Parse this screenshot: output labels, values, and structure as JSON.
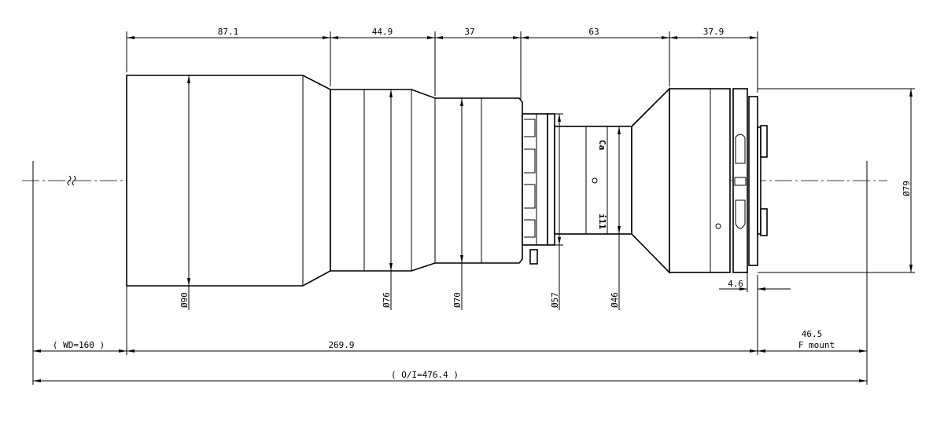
{
  "top_dims": [
    "87.1",
    "44.9",
    "37",
    "63",
    "37.9"
  ],
  "diameters": {
    "d90": "Ø90",
    "d76": "Ø76",
    "d70": "Ø70",
    "d57": "Ø57",
    "d46": "Ø46",
    "d79": "Ø79"
  },
  "flange_offset": "4.6",
  "bottom_dims": {
    "wd": "( WD=160 )",
    "length": "269.9",
    "back": "46.5",
    "mount": "F mount",
    "oi": "( O/I=476.4 )"
  },
  "lens_marks": {
    "top": "Ca",
    "bottom": "i11"
  }
}
